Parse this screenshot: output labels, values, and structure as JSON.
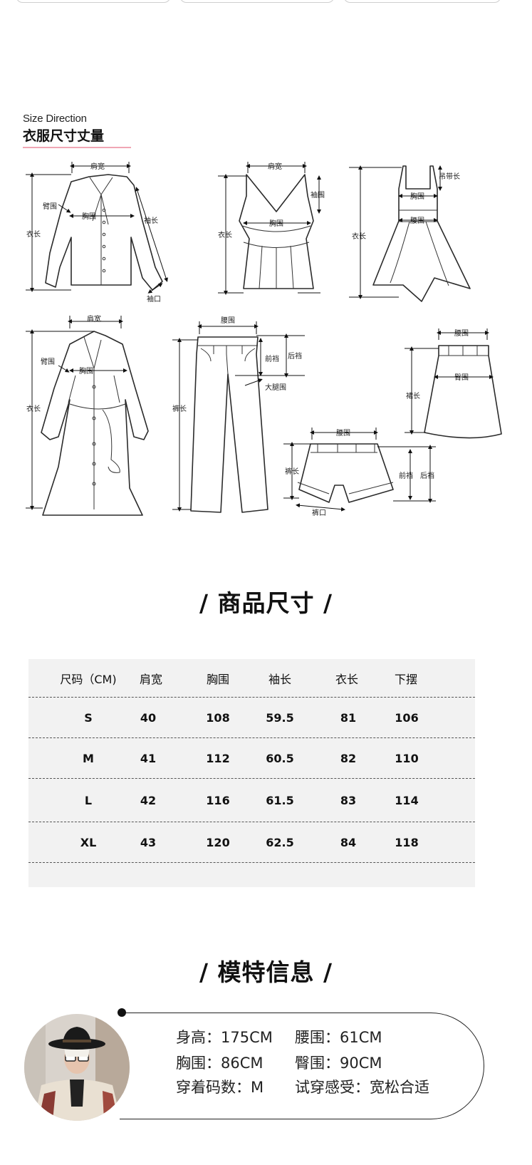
{
  "size_direction": {
    "en": "Size Direction",
    "cn": "衣服尺寸丈量"
  },
  "diagram_labels": {
    "shoulder": "肩宽",
    "bust": "胸围",
    "upper_arm": "臂围",
    "length": "衣长",
    "sleeve": "袖长",
    "cuff": "袖口",
    "armhole": "袖围",
    "strap": "吊带长",
    "waist": "腰围",
    "hem_waist": "腰围",
    "front_rise": "前裆",
    "back_rise": "后裆",
    "thigh": "大腿围",
    "pants_length": "裤长",
    "leg_opening": "裤口",
    "hip": "臀围",
    "skirt_length": "裙长"
  },
  "size_section_title": "/ 商品尺寸 /",
  "size_table": {
    "headers": [
      "尺码（CM)",
      "肩宽",
      "胸围",
      "袖长",
      "衣长",
      "下摆"
    ],
    "rows": [
      [
        "S",
        "40",
        "108",
        "59.5",
        "81",
        "106"
      ],
      [
        "M",
        "41",
        "112",
        "60.5",
        "82",
        "110"
      ],
      [
        "L",
        "42",
        "116",
        "61.5",
        "83",
        "114"
      ],
      [
        "XL",
        "43",
        "120",
        "62.5",
        "84",
        "118"
      ]
    ]
  },
  "model_section_title": "/ 模特信息 /",
  "model_info": {
    "height": "身高：175CM",
    "waist": "腰围：61CM",
    "bust": "胸围：86CM",
    "hip": "臀围：90CM",
    "size_worn": "穿着码数：M",
    "fit_feel": "试穿感受：宽松合适"
  },
  "colors": {
    "accent_underline": "#f0a6b4",
    "table_bg": "#f2f2f2"
  }
}
